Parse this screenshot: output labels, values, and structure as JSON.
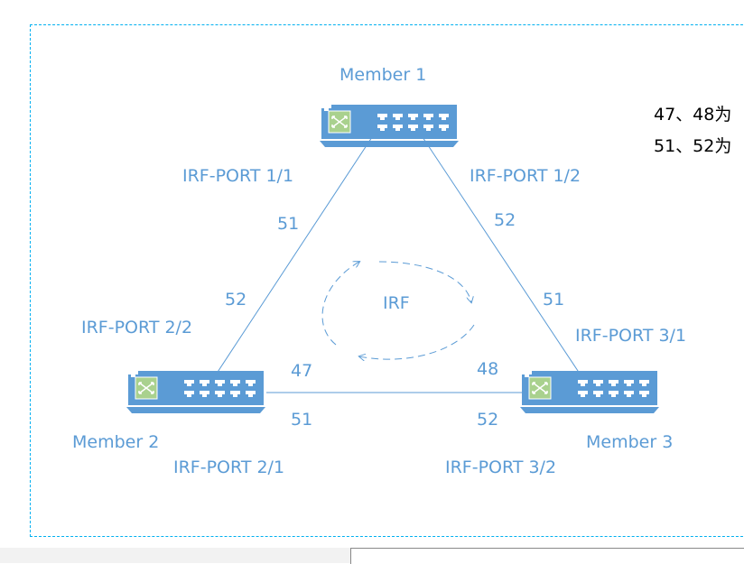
{
  "members": [
    {
      "name": "Member 1"
    },
    {
      "name": "Member 2"
    },
    {
      "name": "Member 3"
    }
  ],
  "ports": {
    "p11": "IRF-PORT 1/1",
    "p12": "IRF-PORT 1/2",
    "p22": "IRF-PORT 2/2",
    "p21": "IRF-PORT 2/1",
    "p31": "IRF-PORT 3/1",
    "p32": "IRF-PORT 3/2"
  },
  "port_numbers": {
    "m1_left": "51",
    "m1_right": "52",
    "m2_up": "52",
    "m2_right_top": "47",
    "m2_right_bottom": "51",
    "m3_up": "51",
    "m3_left_top": "48",
    "m3_left_bottom": "52"
  },
  "center_label": "IRF",
  "notes": [
    "47、48为",
    "51、52为"
  ],
  "colors": {
    "switch": "#5b9bd5",
    "switch_icon": "#a9d18e",
    "line": "#5b9bd5",
    "frame": "#00b0f0"
  }
}
